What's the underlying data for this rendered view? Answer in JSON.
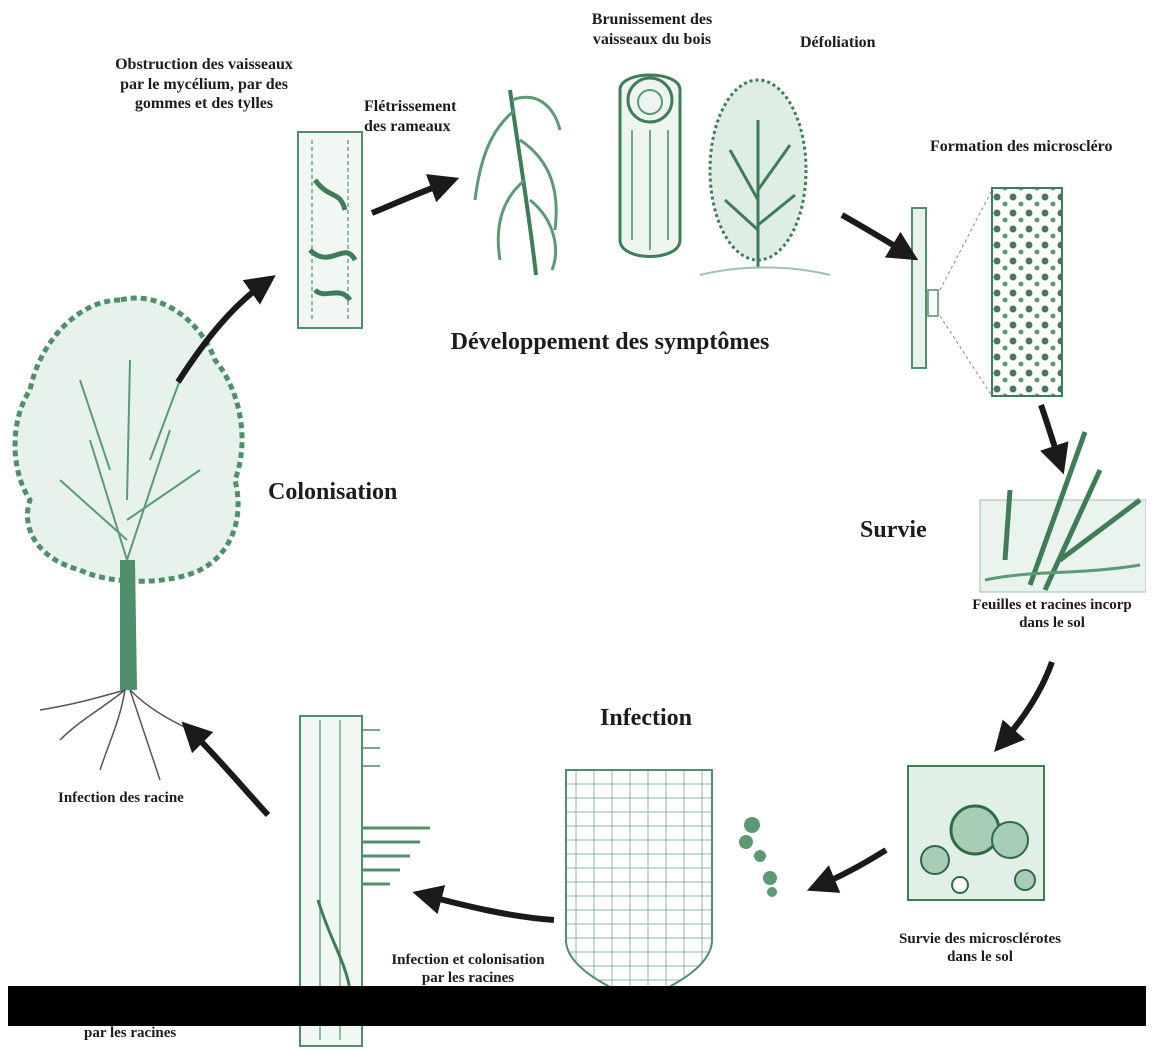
{
  "labels": {
    "obstruction": "Obstruction des vaisseaux\npar le mycélium, par des\ngommes et des tylles",
    "fletrissement": "Flétrissement\ndes rameaux",
    "brunissement": "Brunissement des\nvaisseaux du bois",
    "defoliation": "Défoliation",
    "formation": "Formation des microscléro",
    "developpement": "Développement des symptômes",
    "colonisation": "Colonisation",
    "survie": "Survie",
    "feuilles": "Feuilles et racines incorp\ndans le sol",
    "infection": "Infection",
    "infection_racine": "Infection des racine",
    "survie_micro": "Survie des microsclérotes\ndans le sol",
    "infection_colonisation": "Infection et colonisation\npar les racines",
    "par_les_racines": "par les racines"
  },
  "colors": {
    "ink": "#1c1c1c",
    "green": "#4f8f6a",
    "light_green": "#a8cdb6",
    "arrow": "#1a1a1a"
  }
}
